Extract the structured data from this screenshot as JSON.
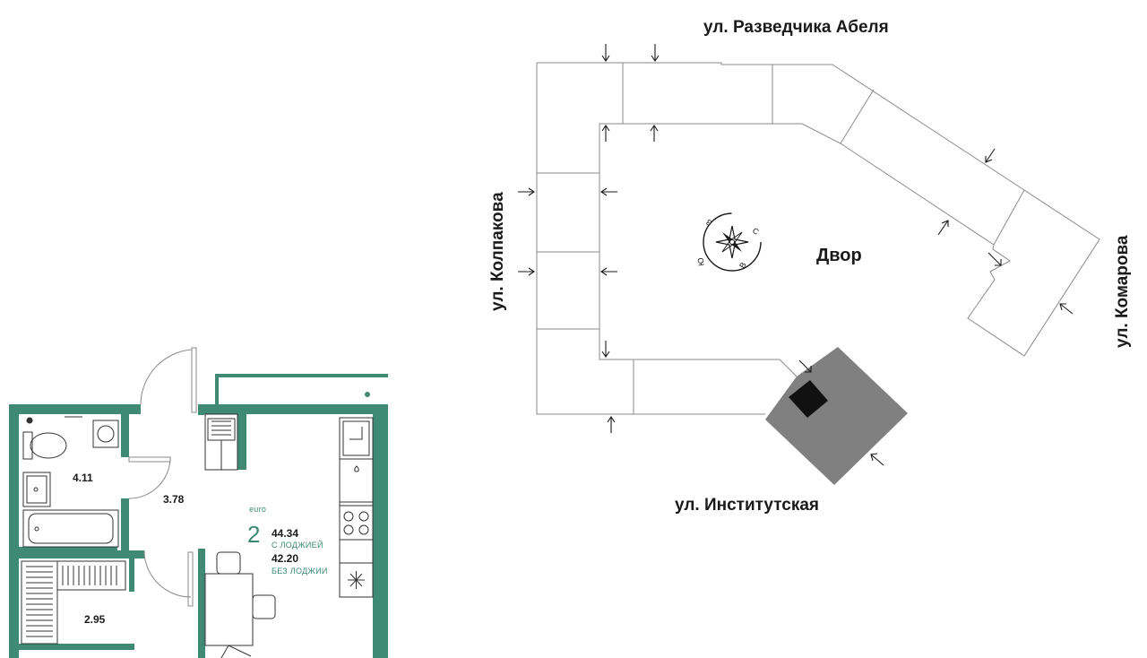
{
  "colors": {
    "wall": "#3f8a72",
    "accent_text": "#3a8a73",
    "section_highlight": "#808080",
    "outline": "#8a8a8a"
  },
  "site_plan": {
    "streets": {
      "north": "ул. Разведчика Абеля",
      "west": "ул. Колпакова",
      "east": "ул. Комарова",
      "south": "ул. Институтская"
    },
    "yard_label": "Двор",
    "compass": {
      "n": "С",
      "e": "В",
      "s": "Ю",
      "w": "З"
    }
  },
  "apartment": {
    "class_label": "euro",
    "rooms": "2",
    "area_with_loggia": "44.34",
    "with_loggia_label": "С ЛОДЖИЕЙ",
    "area_without_loggia": "42.20",
    "without_loggia_label": "БЕЗ ЛОДЖИИ",
    "room_areas": {
      "bathroom": "4.11",
      "hall": "3.78",
      "bedroom": "2.95"
    }
  }
}
